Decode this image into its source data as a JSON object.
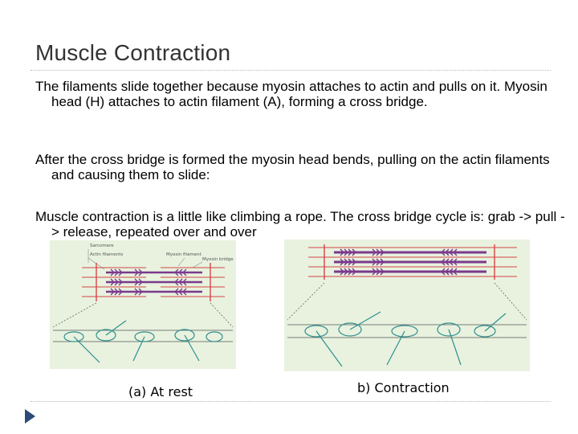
{
  "slide": {
    "title": "Muscle Contraction",
    "paragraphs": [
      "The filaments slide together because myosin attaches to actin and pulls on it. Myosin head (H) attaches to actin filament (A), forming a cross bridge.",
      "After the cross bridge is formed the myosin head bends, pulling on the actin filaments and causing them to slide:",
      "Muscle contraction is a little like climbing a rope. The cross bridge cycle is: grab -> pull -> release, repeated over and over"
    ]
  },
  "figure_a": {
    "label_sarcomere": "Sarcomere",
    "label_actin": "Actin filaments",
    "label_myosin": "Myosin filament",
    "label_cross_bridge": "Myosin bridge",
    "caption": "(a) At rest"
  },
  "figure_b": {
    "caption": "b) Contraction"
  },
  "colors": {
    "accent": "#2e4a7a",
    "myosin": "#7a3a8c",
    "z_line": "#d64545",
    "panel_bg": "#e8f2df",
    "drawing": "#2f8f8f"
  },
  "icons": {
    "bullet": "triangle-arrow-icon"
  }
}
